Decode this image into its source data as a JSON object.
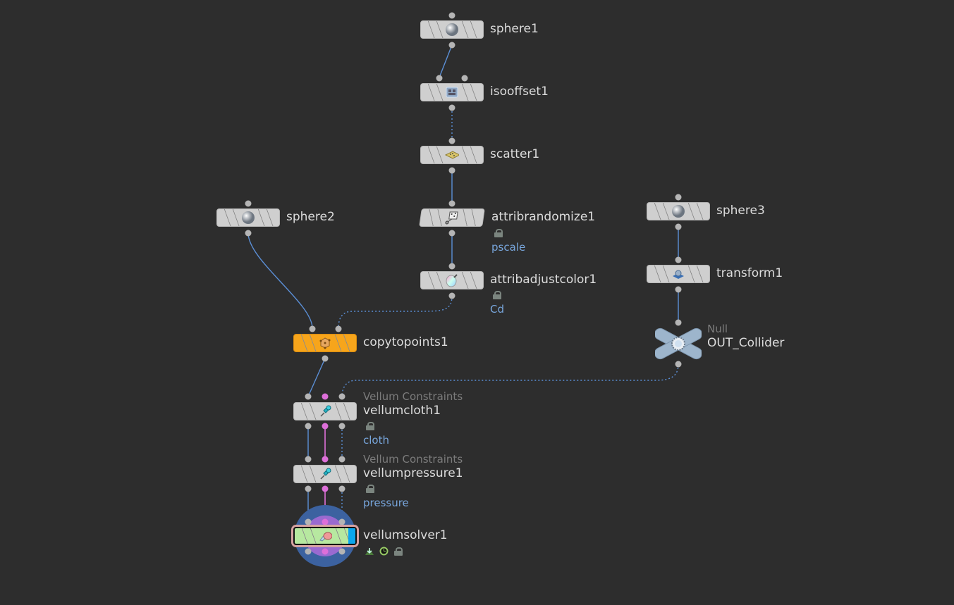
{
  "network": {
    "nodes": [
      {
        "id": "sphere1",
        "name": "sphere1",
        "icon": "sphere-icon"
      },
      {
        "id": "isooffset1",
        "name": "isooffset1",
        "icon": "isooffset-icon"
      },
      {
        "id": "scatter1",
        "name": "scatter1",
        "icon": "scatter-icon"
      },
      {
        "id": "attribrandomize1",
        "name": "attribrandomize1",
        "icon": "attribrandomize-icon",
        "comment": "pscale",
        "locked": true
      },
      {
        "id": "attribadjustcolor1",
        "name": "attribadjustcolor1",
        "icon": "color-wheel-icon",
        "comment": "Cd",
        "locked": true
      },
      {
        "id": "sphere2",
        "name": "sphere2",
        "icon": "sphere-icon"
      },
      {
        "id": "copytopoints1",
        "name": "copytopoints1",
        "icon": "copy-to-points-icon",
        "display_flag": true
      },
      {
        "id": "sphere3",
        "name": "sphere3",
        "icon": "sphere-icon"
      },
      {
        "id": "transform1",
        "name": "transform1",
        "icon": "transform-icon"
      },
      {
        "id": "OUT_Collider",
        "name": "OUT_Collider",
        "type": "Null",
        "icon": "null-icon"
      },
      {
        "id": "vellumcloth1",
        "name": "vellumcloth1",
        "type": "Vellum Constraints",
        "icon": "pushpin-icon",
        "comment": "cloth",
        "locked": true
      },
      {
        "id": "vellumpressure1",
        "name": "vellumpressure1",
        "type": "Vellum Constraints",
        "icon": "pushpin-icon",
        "comment": "pressure",
        "locked": true
      },
      {
        "id": "vellumsolver1",
        "name": "vellumsolver1",
        "icon": "vellum-solver-icon",
        "selected": true,
        "locked": true
      }
    ],
    "connections": [
      {
        "from": "sphere1",
        "to": "isooffset1",
        "style": "solid"
      },
      {
        "from": "isooffset1",
        "to": "scatter1",
        "style": "dotted"
      },
      {
        "from": "scatter1",
        "to": "attribrandomize1",
        "style": "solid"
      },
      {
        "from": "attribrandomize1",
        "to": "attribadjustcolor1",
        "style": "solid"
      },
      {
        "from": "sphere2",
        "to": "copytopoints1",
        "style": "solid"
      },
      {
        "from": "attribadjustcolor1",
        "to": "copytopoints1",
        "style": "dotted"
      },
      {
        "from": "sphere3",
        "to": "transform1",
        "style": "solid"
      },
      {
        "from": "transform1",
        "to": "OUT_Collider",
        "style": "solid"
      },
      {
        "from": "copytopoints1",
        "to": "vellumcloth1",
        "style": "solid"
      },
      {
        "from": "OUT_Collider",
        "to": "vellumcloth1",
        "style": "dotted"
      },
      {
        "from": "vellumcloth1",
        "to": "vellumpressure1",
        "style": "triple"
      },
      {
        "from": "vellumpressure1",
        "to": "vellumsolver1",
        "style": "triple"
      }
    ],
    "colors": {
      "background": "#2d2d2d",
      "wire": "#5b8fd6",
      "constraint_wire": "#dd6fd9",
      "comment": "#78a6dc",
      "display": "#f7a51b",
      "selected": "#b7e8a0"
    }
  }
}
